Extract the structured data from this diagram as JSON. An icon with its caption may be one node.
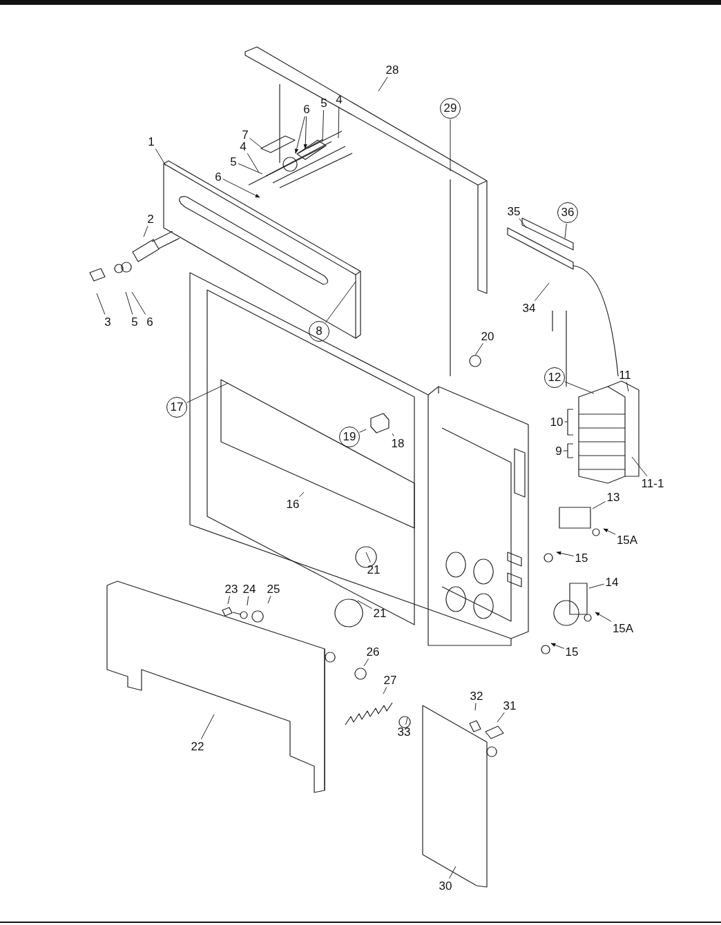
{
  "diagram": {
    "nodes": [
      {
        "text": [
          "28"
        ]
      },
      {
        "text": [
          "29"
        ]
      },
      {
        "text": [
          "6"
        ]
      },
      {
        "text": [
          "5"
        ]
      },
      {
        "text": [
          "4"
        ]
      },
      {
        "text": [
          "7"
        ]
      },
      {
        "text": [
          "1"
        ]
      },
      {
        "text": [
          "4"
        ]
      },
      {
        "text": [
          "5"
        ]
      },
      {
        "text": [
          "6"
        ]
      },
      {
        "text": [
          "35"
        ]
      },
      {
        "text": [
          "36"
        ]
      },
      {
        "text": [
          "2"
        ]
      },
      {
        "text": [
          "8"
        ]
      },
      {
        "text": [
          "34"
        ]
      },
      {
        "text": [
          "3"
        ]
      },
      {
        "text": [
          "5"
        ]
      },
      {
        "text": [
          "6"
        ]
      },
      {
        "text": [
          "20"
        ]
      },
      {
        "text": [
          "12"
        ]
      },
      {
        "text": [
          "11"
        ]
      },
      {
        "text": [
          "17"
        ]
      },
      {
        "text": [
          "10"
        ]
      },
      {
        "text": [
          "19"
        ]
      },
      {
        "text": [
          "18"
        ]
      },
      {
        "text": [
          "9"
        ]
      },
      {
        "text": [
          "11-1"
        ]
      },
      {
        "text": [
          "16"
        ]
      },
      {
        "text": [
          "13"
        ]
      },
      {
        "text": [
          "15A"
        ]
      },
      {
        "text": [
          "15"
        ]
      },
      {
        "text": [
          "21"
        ]
      },
      {
        "text": [
          "23"
        ]
      },
      {
        "text": [
          "24"
        ]
      },
      {
        "text": [
          "25"
        ]
      },
      {
        "text": [
          "14"
        ]
      },
      {
        "text": [
          "15A"
        ]
      },
      {
        "text": [
          "21"
        ]
      },
      {
        "text": [
          "26"
        ]
      },
      {
        "text": [
          "15"
        ]
      },
      {
        "text": [
          "27"
        ]
      },
      {
        "text": [
          "32"
        ]
      },
      {
        "text": [
          "31"
        ]
      },
      {
        "text": [
          "33"
        ]
      },
      {
        "text": [
          "22"
        ]
      },
      {
        "text": [
          "30"
        ]
      }
    ],
    "edges": [
      {
        "from": 0,
        "to": null,
        "arrow": "none"
      },
      {
        "from": 1,
        "to": null,
        "arrow": "none"
      },
      {
        "from": 2,
        "to": null,
        "arrow": "to"
      },
      {
        "from": 2,
        "to": null,
        "arrow": "to"
      },
      {
        "from": 3,
        "to": null,
        "arrow": "none"
      },
      {
        "from": 4,
        "to": null,
        "arrow": "none"
      },
      {
        "from": 5,
        "to": null,
        "arrow": "none"
      },
      {
        "from": 6,
        "to": null,
        "arrow": "none"
      },
      {
        "from": 7,
        "to": null,
        "arrow": "none"
      },
      {
        "from": 8,
        "to": null,
        "arrow": "none"
      },
      {
        "from": 9,
        "to": null,
        "arrow": "to"
      },
      {
        "from": 10,
        "to": null,
        "arrow": "none"
      },
      {
        "from": 11,
        "to": null,
        "arrow": "none"
      },
      {
        "from": 12,
        "to": null,
        "arrow": "none"
      },
      {
        "from": 13,
        "to": null,
        "arrow": "none"
      },
      {
        "from": 14,
        "to": null,
        "arrow": "none"
      },
      {
        "from": 15,
        "to": null,
        "arrow": "none"
      },
      {
        "from": 16,
        "to": null,
        "arrow": "none"
      },
      {
        "from": 17,
        "to": null,
        "arrow": "none"
      },
      {
        "from": 18,
        "to": null,
        "arrow": "none"
      },
      {
        "from": 19,
        "to": null,
        "arrow": "none"
      },
      {
        "from": 20,
        "to": null,
        "arrow": "none"
      },
      {
        "from": 21,
        "to": null,
        "arrow": "none"
      },
      {
        "from": 22,
        "to": null,
        "arrow": "none"
      },
      {
        "from": 23,
        "to": null,
        "arrow": "none"
      },
      {
        "from": 24,
        "to": null,
        "arrow": "none"
      },
      {
        "from": 25,
        "to": null,
        "arrow": "none"
      },
      {
        "from": 26,
        "to": null,
        "arrow": "none"
      },
      {
        "from": 27,
        "to": null,
        "arrow": "none"
      },
      {
        "from": 28,
        "to": null,
        "arrow": "none"
      },
      {
        "from": 29,
        "to": null,
        "arrow": "to"
      },
      {
        "from": 30,
        "to": null,
        "arrow": "to"
      },
      {
        "from": 31,
        "to": null,
        "arrow": "none"
      },
      {
        "from": 32,
        "to": null,
        "arrow": "none"
      },
      {
        "from": 33,
        "to": null,
        "arrow": "none"
      },
      {
        "from": 34,
        "to": null,
        "arrow": "none"
      },
      {
        "from": 35,
        "to": null,
        "arrow": "none"
      },
      {
        "from": 36,
        "to": null,
        "arrow": "to"
      },
      {
        "from": 37,
        "to": null,
        "arrow": "none"
      },
      {
        "from": 38,
        "to": null,
        "arrow": "none"
      },
      {
        "from": 39,
        "to": null,
        "arrow": "to"
      },
      {
        "from": 40,
        "to": null,
        "arrow": "none"
      },
      {
        "from": 41,
        "to": null,
        "arrow": "none"
      },
      {
        "from": 42,
        "to": null,
        "arrow": "none"
      },
      {
        "from": 43,
        "to": null,
        "arrow": "none"
      },
      {
        "from": 44,
        "to": null,
        "arrow": "none"
      },
      {
        "from": 45,
        "to": null,
        "arrow": "none"
      }
    ]
  }
}
